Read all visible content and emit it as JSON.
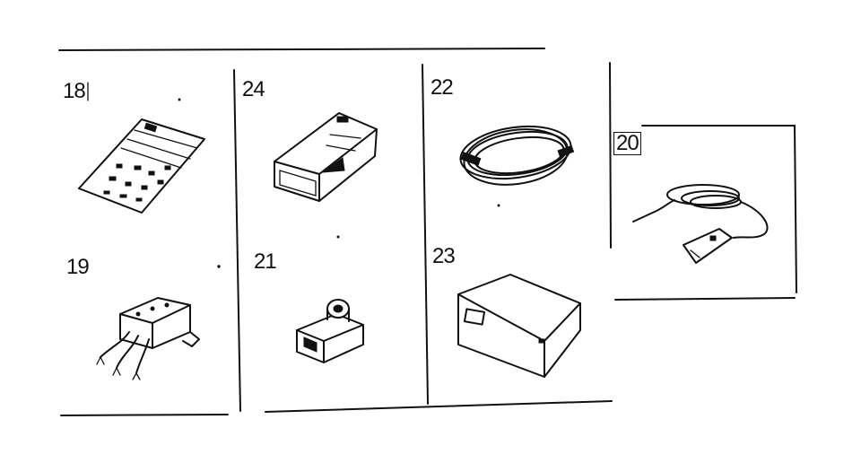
{
  "parts": [
    {
      "id": "p18",
      "label": "18"
    },
    {
      "id": "p24",
      "label": "24"
    },
    {
      "id": "p22",
      "label": "22"
    },
    {
      "id": "p20",
      "label": "20"
    },
    {
      "id": "p19",
      "label": "19"
    },
    {
      "id": "p21",
      "label": "21"
    },
    {
      "id": "p23",
      "label": "23"
    }
  ],
  "icons": {
    "p18": "instruction-card-icon",
    "p24": "battery-pack-icon",
    "p22": "coiled-cable-icon",
    "p20": "earphone-cord-icon",
    "p19": "junction-box-icon",
    "p21": "plug-adapter-icon",
    "p23": "storage-box-icon"
  }
}
